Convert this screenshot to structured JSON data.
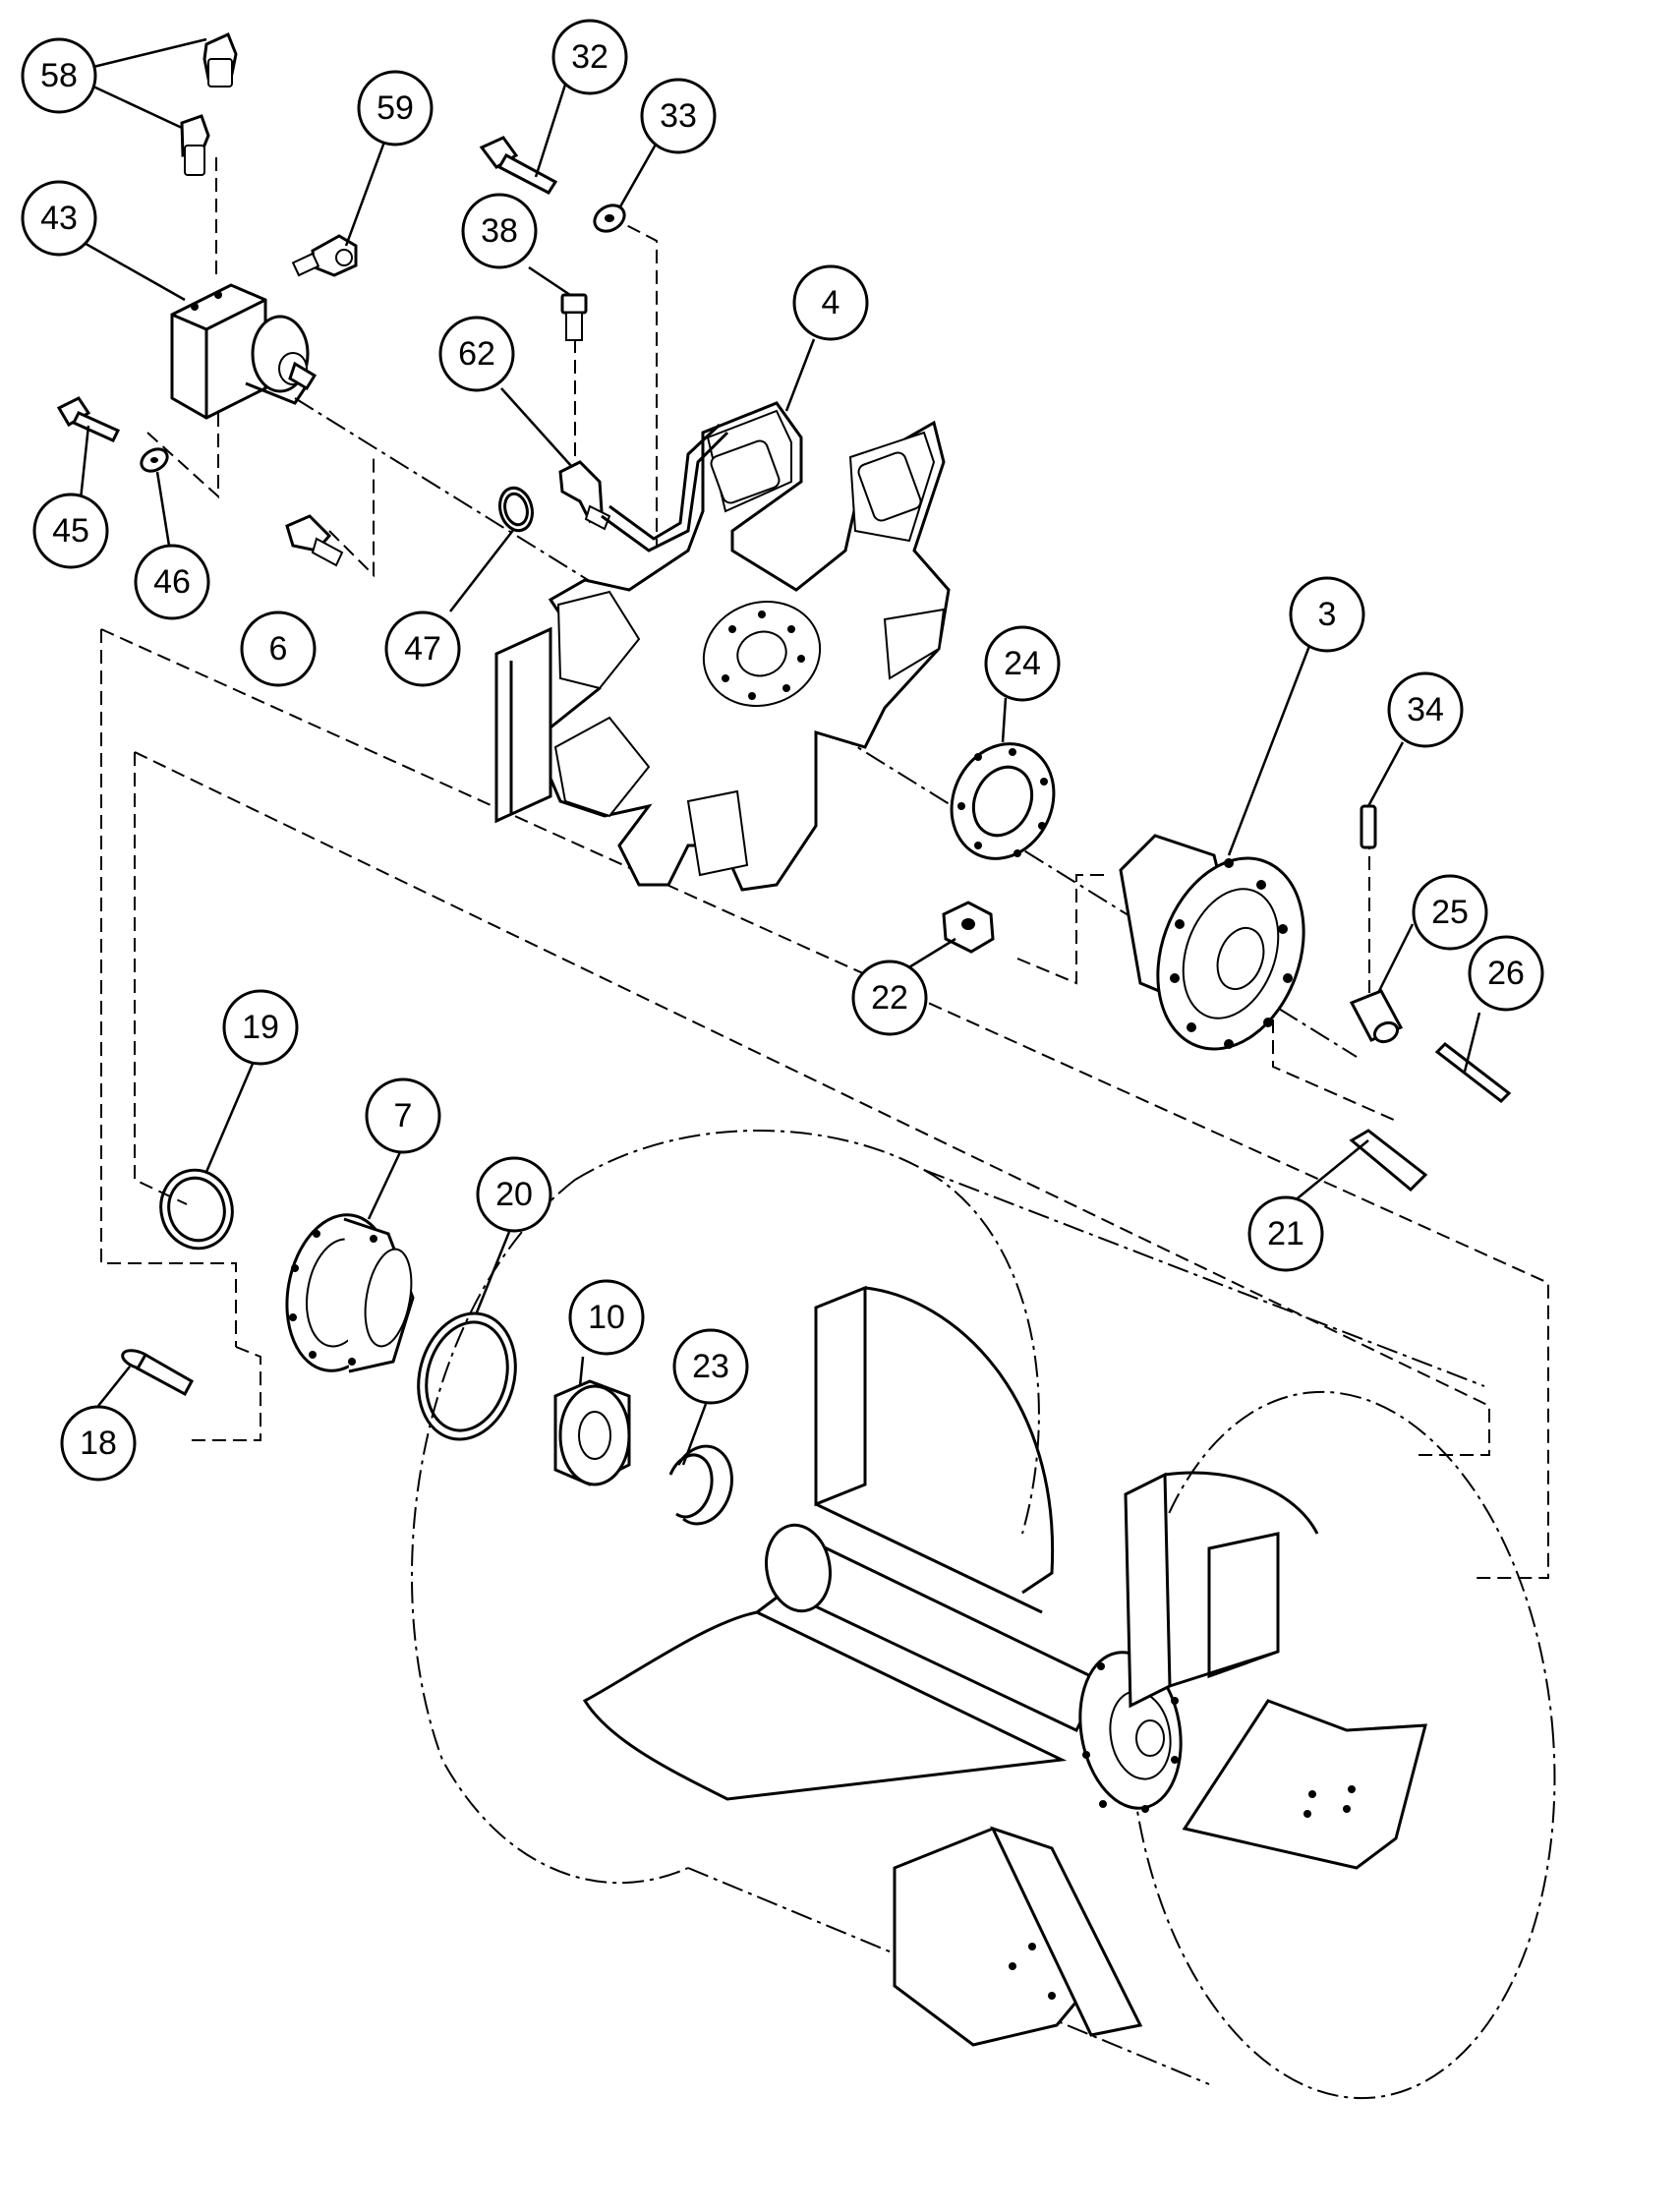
{
  "callouts": [
    {
      "id": "c58",
      "label": "58"
    },
    {
      "id": "c59",
      "label": "59"
    },
    {
      "id": "c43",
      "label": "43"
    },
    {
      "id": "c45",
      "label": "45"
    },
    {
      "id": "c46",
      "label": "46"
    },
    {
      "id": "c6",
      "label": "6"
    },
    {
      "id": "c47",
      "label": "47"
    },
    {
      "id": "c32",
      "label": "32"
    },
    {
      "id": "c33",
      "label": "33"
    },
    {
      "id": "c38",
      "label": "38"
    },
    {
      "id": "c62",
      "label": "62"
    },
    {
      "id": "c4",
      "label": "4"
    },
    {
      "id": "c24",
      "label": "24"
    },
    {
      "id": "c3",
      "label": "3"
    },
    {
      "id": "c34",
      "label": "34"
    },
    {
      "id": "c25",
      "label": "25"
    },
    {
      "id": "c26",
      "label": "26"
    },
    {
      "id": "c22",
      "label": "22"
    },
    {
      "id": "c21",
      "label": "21"
    },
    {
      "id": "c19",
      "label": "19"
    },
    {
      "id": "c7",
      "label": "7"
    },
    {
      "id": "c20",
      "label": "20"
    },
    {
      "id": "c10",
      "label": "10"
    },
    {
      "id": "c23",
      "label": "23"
    },
    {
      "id": "c18",
      "label": "18"
    }
  ]
}
